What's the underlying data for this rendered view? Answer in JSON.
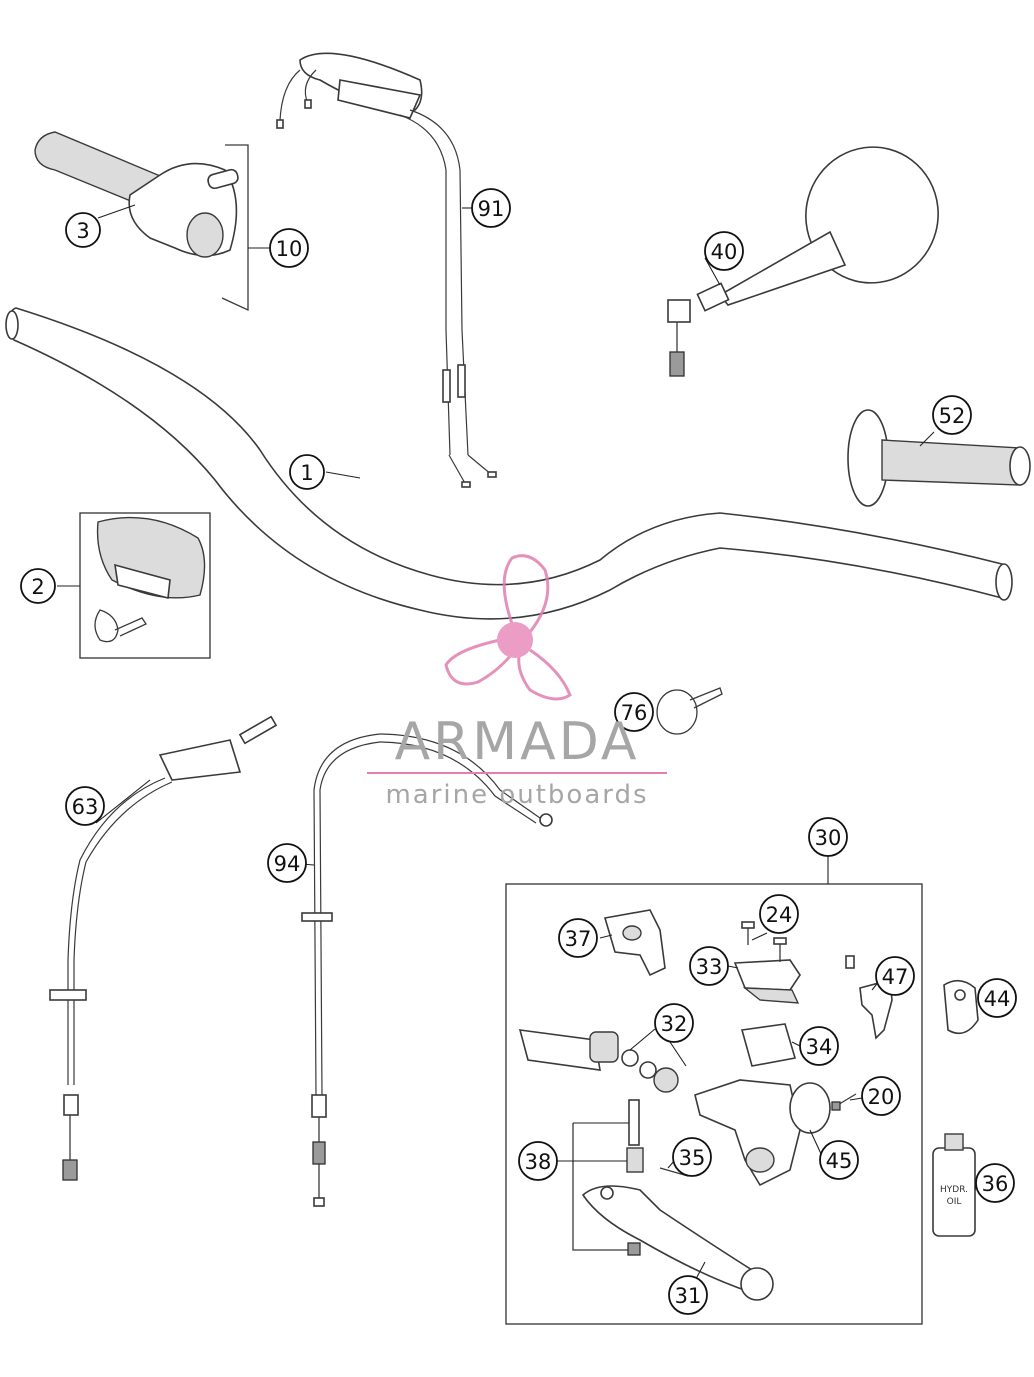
{
  "callouts": [
    {
      "id": "c1",
      "label": "1"
    },
    {
      "id": "c2",
      "label": "2"
    },
    {
      "id": "c3",
      "label": "3"
    },
    {
      "id": "c10",
      "label": "10"
    },
    {
      "id": "c91",
      "label": "91"
    },
    {
      "id": "c40",
      "label": "40"
    },
    {
      "id": "c52",
      "label": "52"
    },
    {
      "id": "c76",
      "label": "76"
    },
    {
      "id": "c63",
      "label": "63"
    },
    {
      "id": "c94",
      "label": "94"
    },
    {
      "id": "c30",
      "label": "30"
    },
    {
      "id": "c24",
      "label": "24"
    },
    {
      "id": "c37",
      "label": "37"
    },
    {
      "id": "c33",
      "label": "33"
    },
    {
      "id": "c47",
      "label": "47"
    },
    {
      "id": "c44",
      "label": "44"
    },
    {
      "id": "c32",
      "label": "32"
    },
    {
      "id": "c34",
      "label": "34"
    },
    {
      "id": "c20",
      "label": "20"
    },
    {
      "id": "c45",
      "label": "45"
    },
    {
      "id": "c35",
      "label": "35"
    },
    {
      "id": "c38",
      "label": "38"
    },
    {
      "id": "c36",
      "label": "36"
    },
    {
      "id": "c31",
      "label": "31"
    }
  ],
  "oil_bottle": {
    "line1": "HYDR.",
    "line2": "OIL"
  },
  "watermark": {
    "brand": "ARMADA",
    "tagline": "marine outboards",
    "accent_color": "#e07fb0"
  }
}
